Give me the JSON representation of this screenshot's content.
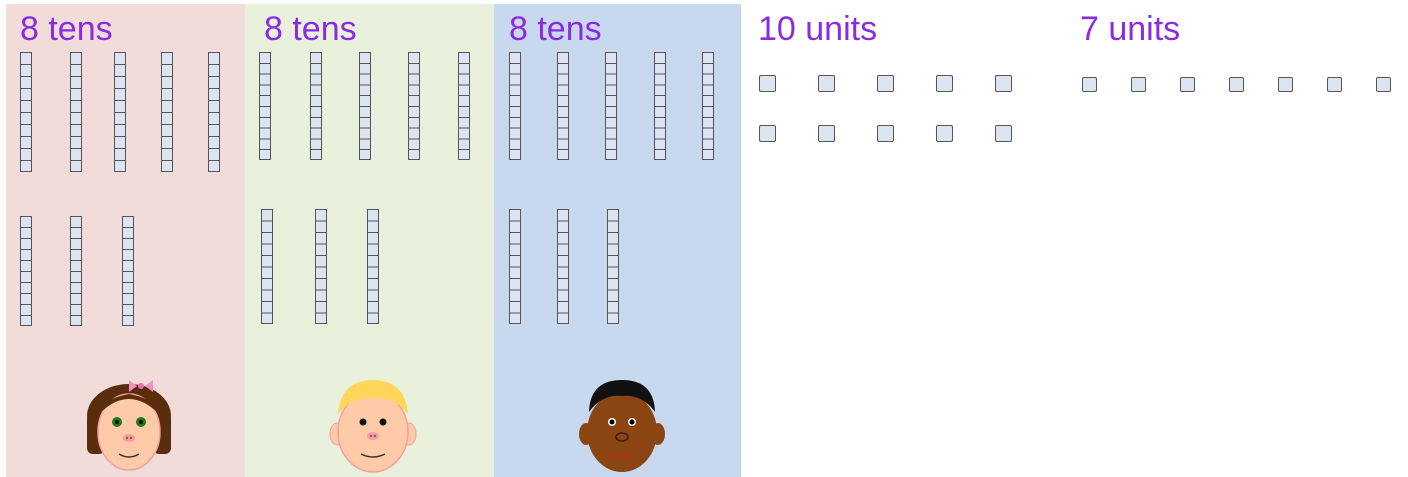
{
  "groups": [
    {
      "label": "8 tens",
      "color": "#f1dcda",
      "child": "girl"
    },
    {
      "label": "8 tens",
      "color": "#e9f1dc",
      "child": "blond-boy"
    },
    {
      "label": "8 tens",
      "color": "#c8d9ef",
      "child": "dark-boy"
    }
  ],
  "units": [
    {
      "label": "10 units",
      "count": 10
    },
    {
      "label": "7 units",
      "count": 7
    }
  ],
  "colors": {
    "label": "#8a2be2",
    "block_fill": "#dbe4f0",
    "block_stroke": "#555555"
  }
}
